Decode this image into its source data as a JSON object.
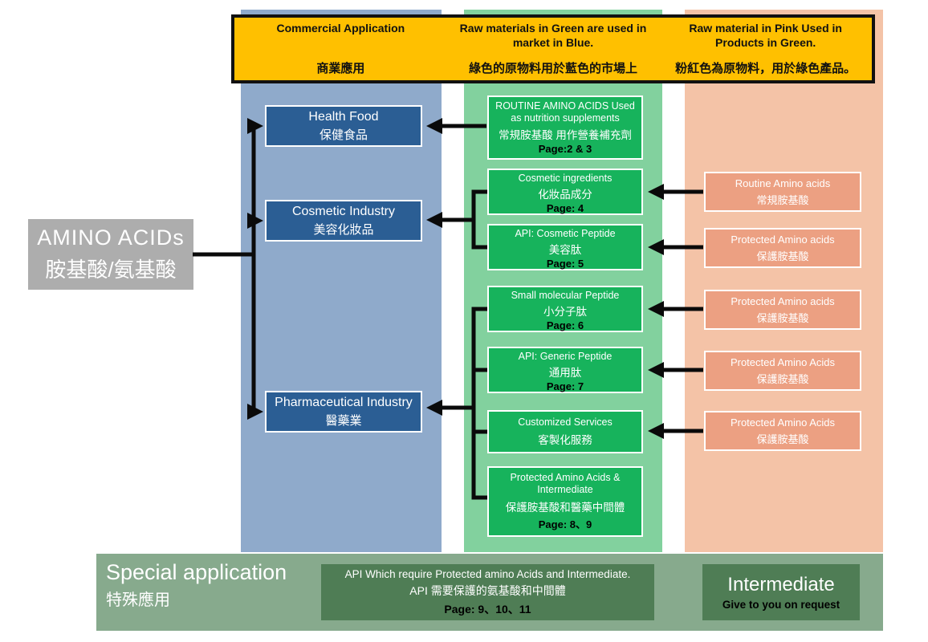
{
  "header": {
    "col1": {
      "title": "Commercial Application",
      "subtitle": "商業應用"
    },
    "col2": {
      "title": "Raw materials in Green are used in market in Blue.",
      "subtitle": "綠色的原物料用於藍色的市場上"
    },
    "col3": {
      "title": "Raw material in Pink Used in Products in Green.",
      "subtitle": "粉紅色為原物料，用於綠色產品。"
    }
  },
  "root_node": {
    "title": "AMINO ACIDs",
    "subtitle": "胺基酸/氨基酸"
  },
  "blue_column": {
    "boxes": [
      {
        "title": "Health Food",
        "subtitle": "保健食品"
      },
      {
        "title": "Cosmetic Industry",
        "subtitle": "美容化妝品"
      },
      {
        "title": "Pharmaceutical Industry",
        "subtitle": "醫藥業"
      }
    ]
  },
  "green_column": {
    "boxes": [
      {
        "title": "ROUTINE AMINO ACIDS Used as nutrition supplements",
        "subtitle": "常規胺基酸 用作營養補充劑",
        "page": "Page:2 & 3"
      },
      {
        "title": "Cosmetic ingredients",
        "subtitle": "化妝品成分",
        "page": "Page: 4"
      },
      {
        "title": "API: Cosmetic Peptide",
        "subtitle": "美容肽",
        "page": "Page: 5"
      },
      {
        "title": "Small molecular Peptide",
        "subtitle": "小分子肽",
        "page": "Page: 6"
      },
      {
        "title": "API: Generic Peptide",
        "subtitle": "通用肽",
        "page": "Page: 7"
      },
      {
        "title": "Customized Services",
        "subtitle": "客製化服務",
        "page": ""
      },
      {
        "title": "Protected Amino Acids & Intermediate",
        "subtitle": "保護胺基酸和醫藥中間體",
        "page": "Page: 8、9"
      }
    ]
  },
  "pink_column": {
    "boxes": [
      {
        "title": "Routine Amino acids",
        "subtitle": "常規胺基酸"
      },
      {
        "title": "Protected Amino acids",
        "subtitle": "保護胺基酸"
      },
      {
        "title": "Protected Amino acids",
        "subtitle": "保護胺基酸"
      },
      {
        "title": "Protected Amino Acids",
        "subtitle": "保護胺基酸"
      },
      {
        "title": "Protected Amino Acids",
        "subtitle": "保護胺基酸"
      }
    ]
  },
  "bottom_band": {
    "title": "Special application",
    "subtitle": "特殊應用",
    "api_box": {
      "line1": "API Which require Protected amino Acids and Intermediate.",
      "line2": "API 需要保護的氨基酸和中間體",
      "page": "Page: 9、10、11"
    },
    "intermediate_box": {
      "title": "Intermediate",
      "subtitle": "Give to you on request"
    }
  },
  "colors": {
    "header_bg": "#FFC000",
    "blue_panel": "#8FAACB",
    "blue_box": "#2B5E94",
    "green_panel": "#82D19E",
    "green_box": "#17B35C",
    "pink_panel": "#F4C3A7",
    "pink_box": "#ECA082",
    "band_bg": "#87AA8D",
    "band_box": "#4F7D55",
    "root_box": "#ADADAD",
    "arrow": "#0A0A0A"
  }
}
